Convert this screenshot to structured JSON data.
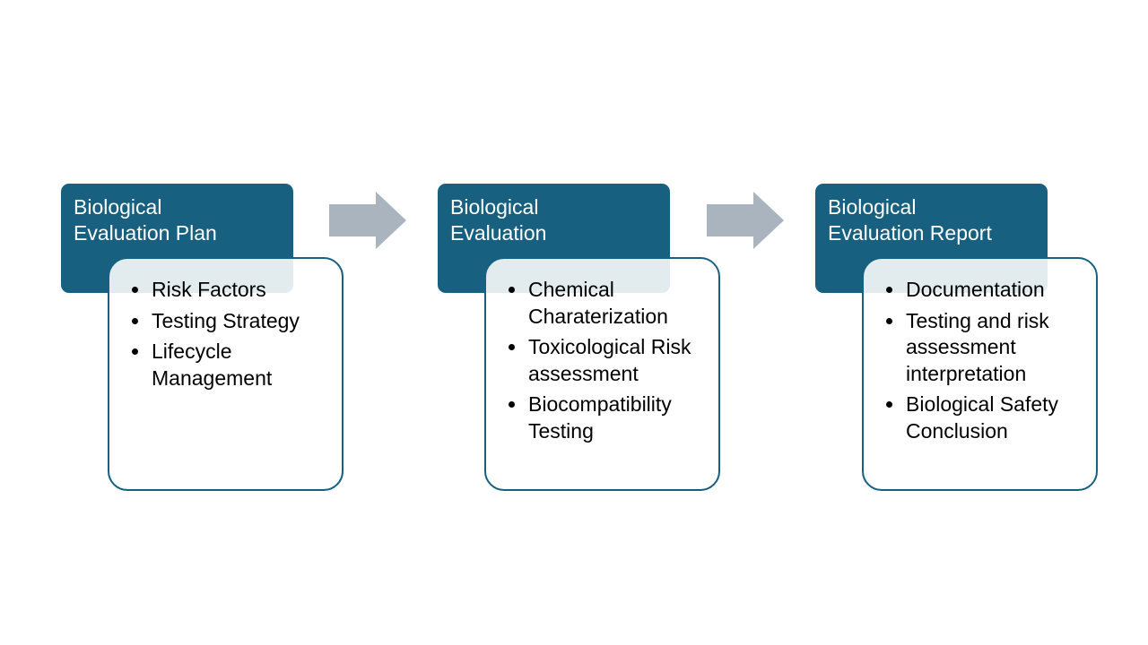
{
  "colors": {
    "header_fill": "#17607f",
    "header_text": "#ffffff",
    "detail_border": "#17607f",
    "arrow_fill": "#a9b4be"
  },
  "stages": [
    {
      "title": "Biological\nEvaluation Plan",
      "items": [
        "Risk Factors",
        "Testing Strategy",
        "Lifecycle Management"
      ]
    },
    {
      "title": "Biological\nEvaluation",
      "items": [
        "Chemical Charaterization",
        "Toxicological Risk assessment",
        "Biocompatibility Testing"
      ]
    },
    {
      "title": "Biological\nEvaluation Report",
      "items": [
        "Documentation",
        "Testing and risk assessment interpretation",
        "Biological Safety Conclusion"
      ]
    }
  ],
  "connectors": [
    {
      "icon": "right-arrow-icon"
    },
    {
      "icon": "right-arrow-icon"
    }
  ]
}
